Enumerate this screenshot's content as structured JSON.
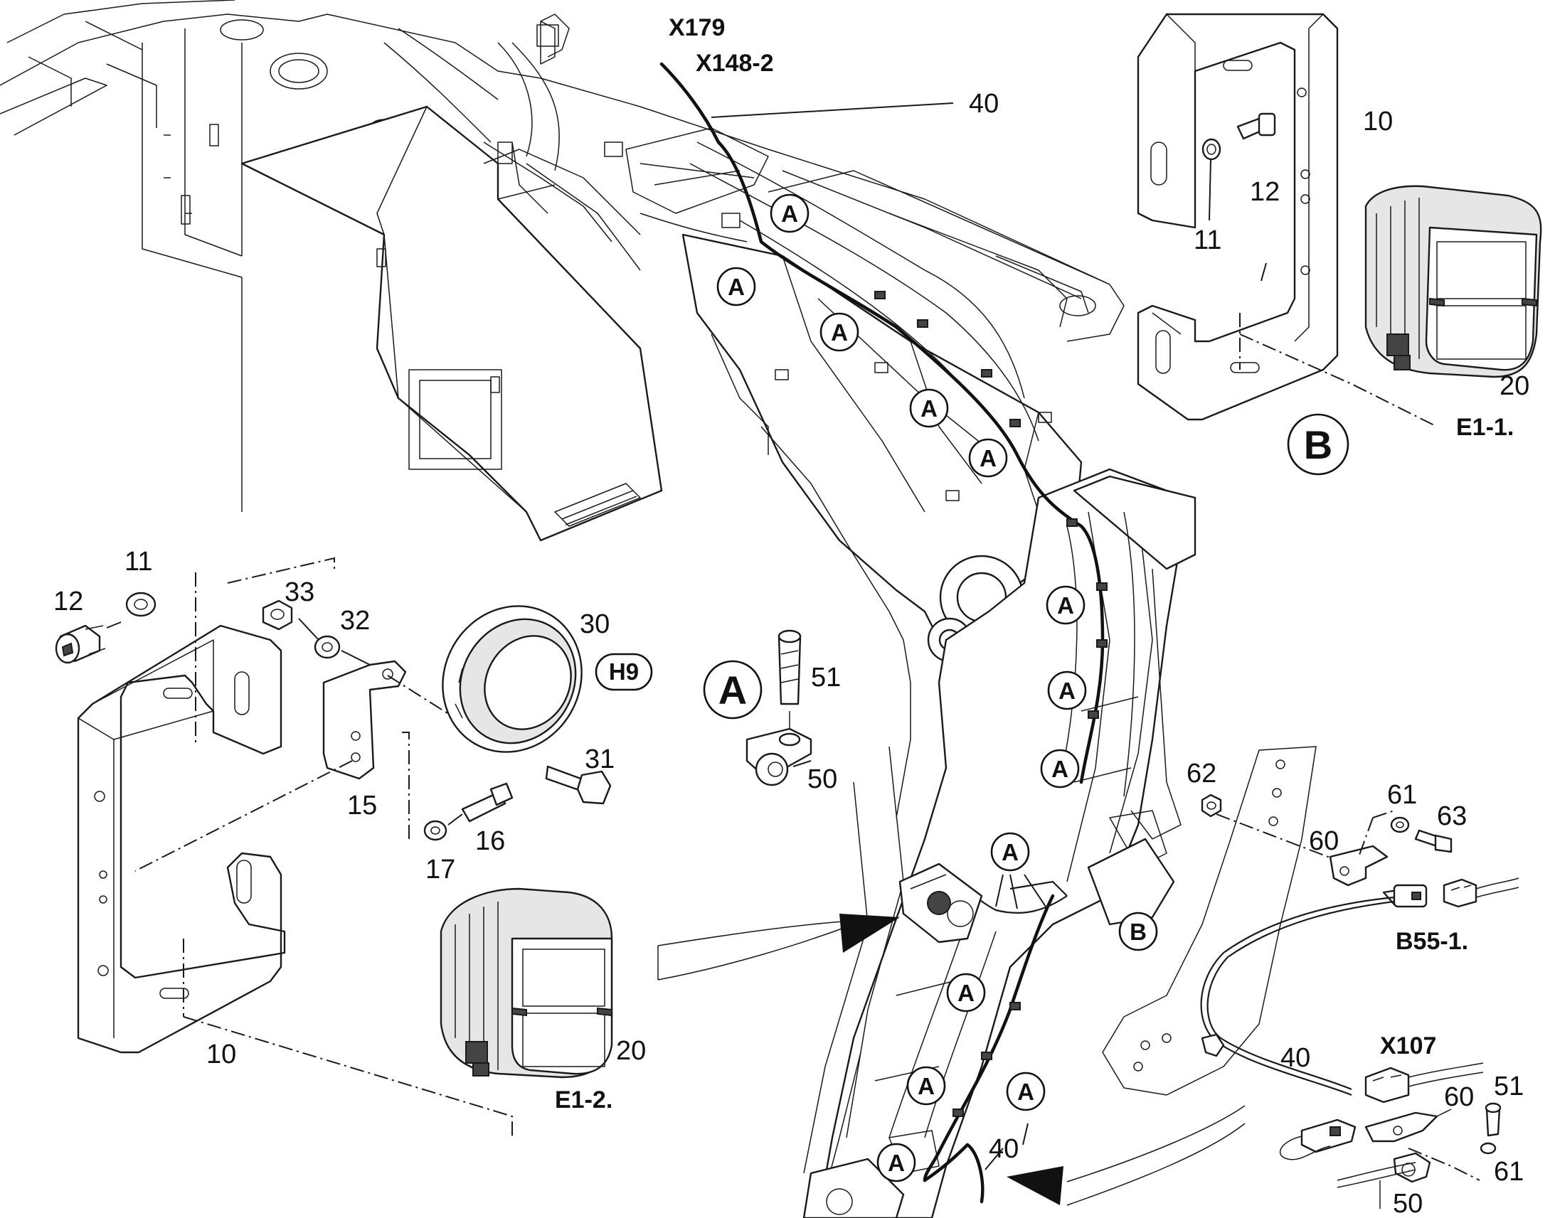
{
  "callout_letter": "A",
  "detail_letter": "B",
  "connectors": {
    "x179": "X179",
    "x148": "X148-2",
    "x107": "X107"
  },
  "components": {
    "headlight_left": "E1-2.",
    "headlight_right": "E1-1.",
    "horn": "H9",
    "sensor": "B55-1."
  },
  "part_numbers": {
    "n10": "10",
    "n11": "11",
    "n12": "12",
    "n15": "15",
    "n16": "16",
    "n17": "17",
    "n20": "20",
    "n30": "30",
    "n31": "31",
    "n32": "32",
    "n33": "33",
    "n40": "40",
    "n50": "50",
    "n51": "51",
    "n60": "60",
    "n61": "61",
    "n62": "62",
    "n63": "63"
  }
}
